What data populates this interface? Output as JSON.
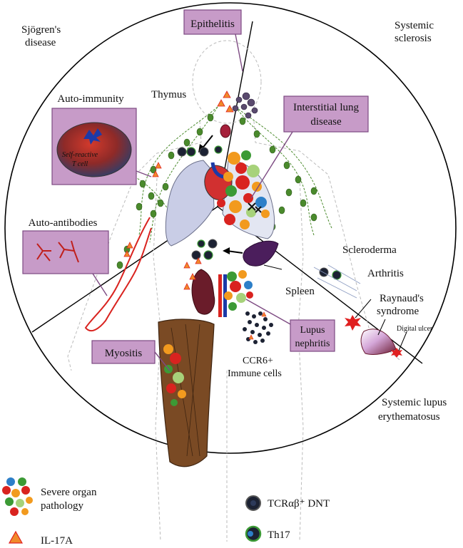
{
  "diseases": {
    "sjogren_l1": "Sjögren's",
    "sjogren_l2": "disease",
    "ssc_l1": "Systemic",
    "ssc_l2": "sclerosis",
    "sle_l1": "Systemic lupus",
    "sle_l2": "erythematosus"
  },
  "callouts": {
    "epithelitis": "Epithelitis",
    "ild_l1": "Interstitial lung",
    "ild_l2": "disease",
    "autoimmunity": "Auto-immunity",
    "self_reactive_l1": "Self-reactive",
    "self_reactive_l2": "T cell",
    "autoantibodies": "Auto-antibodies",
    "lupus_l1": "Lupus",
    "lupus_l2": "nephritis",
    "myositis": "Myositis"
  },
  "labels": {
    "thymus": "Thymus",
    "scleroderma": "Scleroderma",
    "arthritis": "Arthritis",
    "raynaud_l1": "Raynaud's",
    "raynaud_l2": "syndrome",
    "digital_ulcer": "Digital ulcer",
    "spleen": "Spleen",
    "ccr6_l1": "CCR6+",
    "ccr6_l2": "Immune cells"
  },
  "legend": {
    "severe_l1": "Severe organ",
    "severe_l2": "pathology",
    "il17a": "IL-17A",
    "dnt": "TCRαβ⁺ DNT",
    "th17": "Th17"
  },
  "colors": {
    "callout_fill": "#c79bc8",
    "lymph_green": "#4a8a2c",
    "lung_fill": "#c9cde6",
    "muscle_brown": "#7a4a24",
    "il17a_orange": "#f08a2a",
    "il17a_red": "#e02020",
    "pathology_red": "#d9231f",
    "pathology_orange": "#f29a1e",
    "pathology_green": "#3c9a35",
    "pathology_blue": "#2d7fc8"
  }
}
